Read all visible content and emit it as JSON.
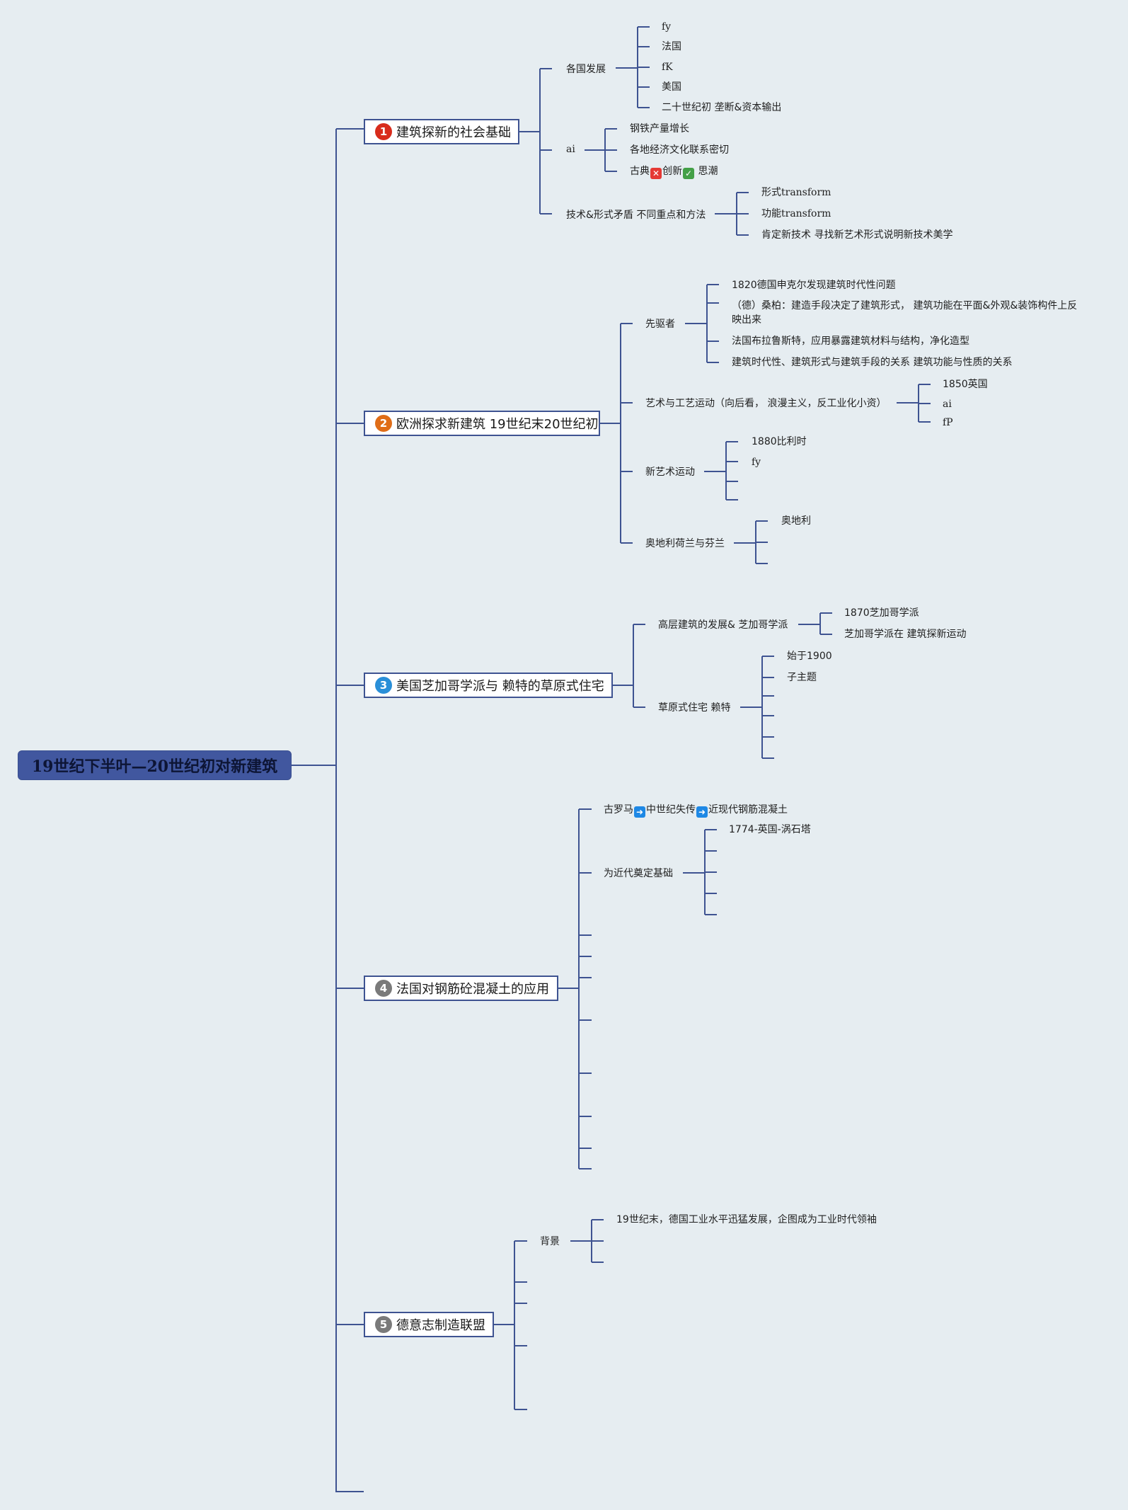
{
  "root": "19世纪下半叶—20世纪初对新建筑",
  "colors": {
    "line": "#3e5391",
    "root_fill": "#41579f",
    "badge_1": "#d82c1c",
    "badge_2": "#e06d17",
    "badge_3": "#2a8fd8",
    "badge_4": "#7a7a7a",
    "badge_5": "#7a7a7a",
    "background": "#e6edf1"
  },
  "topics": [
    {
      "num": "1",
      "title": "建筑探新的社会基础",
      "subs": [
        {
          "label": "各国发展",
          "leaves": [
            "fy",
            "法国",
            "fK",
            "美国",
            "二十世纪初 垄断&资本输出"
          ]
        },
        {
          "label": "ai",
          "leaves": [
            "钢铁产量增长",
            "各地经济文化联系密切",
            "古典",
            "创新",
            "思潮"
          ]
        },
        {
          "label": "技术&形式矛盾 不同重点和方法",
          "leaves": [
            "形式transform",
            "功能transform",
            "肯定新技术 寻找新艺术形式说明新技术美学"
          ]
        }
      ]
    },
    {
      "num": "2",
      "title": "欧洲探求新建筑 19世纪末20世纪初",
      "subs": [
        {
          "label": "先驱者",
          "leaves": [
            "1820德国申克尔发现建筑时代性问题",
            "（德）桑柏：建造手段决定了建筑形式， 建筑功能在平面&外观&装饰构件上反映出来",
            "法国布拉鲁斯特，应用暴露建筑材料与结构，净化造型",
            "建筑时代性、建筑形式与建筑手段的关系 建筑功能与性质的关系"
          ]
        },
        {
          "label": "艺术与工艺运动（向后看， 浪漫主义，反工业化小资）",
          "leaves": [
            "1850英国",
            "ai",
            "fP"
          ]
        },
        {
          "label": "新艺术运动",
          "leaves": [
            "1880比利时",
            "fy"
          ]
        },
        {
          "label": "奥地利荷兰与芬兰",
          "leaves": [
            "奥地利"
          ]
        }
      ]
    },
    {
      "num": "3",
      "title": "美国芝加哥学派与 赖特的草原式住宅",
      "subs": [
        {
          "label": "高层建筑的发展& 芝加哥学派",
          "leaves": [
            "1870芝加哥学派",
            "芝加哥学派在 建筑探新运动"
          ]
        },
        {
          "label": "草原式住宅 赖特",
          "leaves": [
            "始于1900",
            "子主题"
          ]
        }
      ]
    },
    {
      "num": "4",
      "title": "法国对钢筋砼混凝土的应用",
      "subs": [
        {
          "label": "古罗马",
          "label_b": "中世纪失传",
          "label_c": "近现代钢筋混凝土",
          "leaves": []
        },
        {
          "label": "为近代奠定基础",
          "leaves": [
            "1774-英国-涡石塔"
          ]
        }
      ]
    },
    {
      "num": "5",
      "title": "德意志制造联盟",
      "subs": [
        {
          "label": "背景",
          "leaves": [
            "19世纪末，德国工业水平迅猛发展，企图成为工业时代领袖"
          ]
        }
      ]
    }
  ]
}
